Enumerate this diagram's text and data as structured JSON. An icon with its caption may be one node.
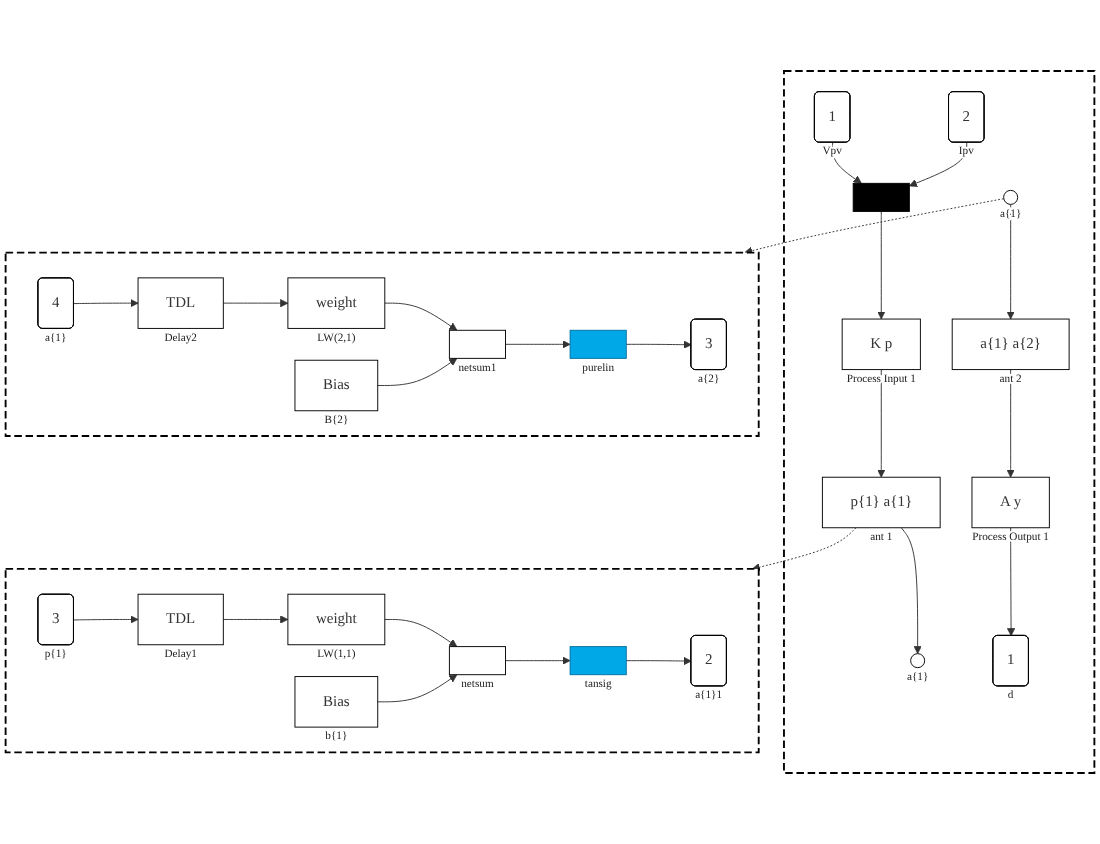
{
  "diagram": {
    "nodes": [
      {
        "text": [],
        "shape": "box"
      },
      {
        "text": [
          "1"
        ],
        "beside": [
          "Vpv"
        ],
        "in": 0
      },
      {
        "text": [
          "2"
        ],
        "beside": [
          "Ipv"
        ],
        "in": 0
      },
      {
        "text": [],
        "shape": "bar",
        "in": 0
      },
      {
        "text": [
          "K p"
        ],
        "beside": [
          "Process Input 1"
        ],
        "in": 0
      },
      {
        "text": [
          "p{1} a{1}"
        ],
        "beside": [
          "ant 1"
        ],
        "in": 0
      },
      {
        "text": [],
        "shape": "circle",
        "beside": [
          "a{1}"
        ],
        "in": 0
      },
      {
        "text": [],
        "shape": "circle",
        "beside": [
          "a{1}"
        ],
        "in": 0
      },
      {
        "text": [
          "a{1} a{2}"
        ],
        "beside": [
          "ant 2"
        ],
        "in": 0
      },
      {
        "text": [
          "A y"
        ],
        "beside": [
          "Process Output 1"
        ],
        "in": 0
      },
      {
        "text": [
          "1"
        ],
        "beside": [
          "d"
        ],
        "in": 0
      },
      {
        "text": [],
        "shape": "box"
      },
      {
        "text": [
          "3"
        ],
        "beside": [
          "p{1}"
        ],
        "in": 11
      },
      {
        "text": [
          "TDL"
        ],
        "beside": [
          "Delay1"
        ],
        "in": 11
      },
      {
        "text": [
          "weight"
        ],
        "beside": [
          "LW(1,1)"
        ],
        "in": 11
      },
      {
        "text": [
          "Bias"
        ],
        "beside": [
          "b{1}"
        ],
        "in": 11
      },
      {
        "text": [],
        "shape": "box",
        "beside": [
          "netsum"
        ],
        "in": 11
      },
      {
        "text": [],
        "shape": "box",
        "beside": [
          "tansig"
        ],
        "in": 11
      },
      {
        "text": [
          "2"
        ],
        "beside": [
          "a{1}1"
        ],
        "in": 11
      },
      {
        "text": [],
        "shape": "box"
      },
      {
        "text": [
          "4"
        ],
        "beside": [
          "a{1}"
        ],
        "in": 19
      },
      {
        "text": [
          "TDL"
        ],
        "beside": [
          "Delay2"
        ],
        "in": 19
      },
      {
        "text": [
          "weight"
        ],
        "beside": [
          "LW(2,1)"
        ],
        "in": 19
      },
      {
        "text": [
          "Bias"
        ],
        "beside": [
          "B{2}"
        ],
        "in": 19
      },
      {
        "text": [],
        "shape": "box",
        "beside": [
          "netsum1"
        ],
        "in": 19
      },
      {
        "text": [],
        "shape": "box",
        "beside": [
          "purelin"
        ],
        "in": 19
      },
      {
        "text": [
          "3"
        ],
        "beside": [
          "a{2}"
        ],
        "in": 19
      }
    ],
    "edges": [
      {
        "from": 1,
        "to": 3,
        "arrow": "to"
      },
      {
        "from": 2,
        "to": 3,
        "arrow": "to"
      },
      {
        "from": 3,
        "to": 4,
        "arrow": "to"
      },
      {
        "from": 4,
        "to": 5,
        "arrow": "to"
      },
      {
        "from": 5,
        "to": 6,
        "arrow": "to"
      },
      {
        "from": 7,
        "to": 8,
        "arrow": "to"
      },
      {
        "from": 8,
        "to": 9,
        "arrow": "to"
      },
      {
        "from": 9,
        "to": 10,
        "arrow": "to"
      },
      {
        "from": 5,
        "to": 11,
        "arrow": "to",
        "style": "dashed"
      },
      {
        "from": 7,
        "to": 19,
        "arrow": "to",
        "style": "dashed"
      },
      {
        "from": 12,
        "to": 13,
        "arrow": "to"
      },
      {
        "from": 13,
        "to": 14,
        "arrow": "to"
      },
      {
        "from": 14,
        "to": 16,
        "arrow": "to"
      },
      {
        "from": 15,
        "to": 16,
        "arrow": "to"
      },
      {
        "from": 16,
        "to": 17,
        "arrow": "to"
      },
      {
        "from": 17,
        "to": 18,
        "arrow": "to"
      },
      {
        "from": 20,
        "to": 21,
        "arrow": "to"
      },
      {
        "from": 21,
        "to": 22,
        "arrow": "to"
      },
      {
        "from": 22,
        "to": 24,
        "arrow": "to"
      },
      {
        "from": 23,
        "to": 24,
        "arrow": "to"
      },
      {
        "from": 24,
        "to": 25,
        "arrow": "to"
      },
      {
        "from": 25,
        "to": 26,
        "arrow": "to"
      }
    ]
  }
}
